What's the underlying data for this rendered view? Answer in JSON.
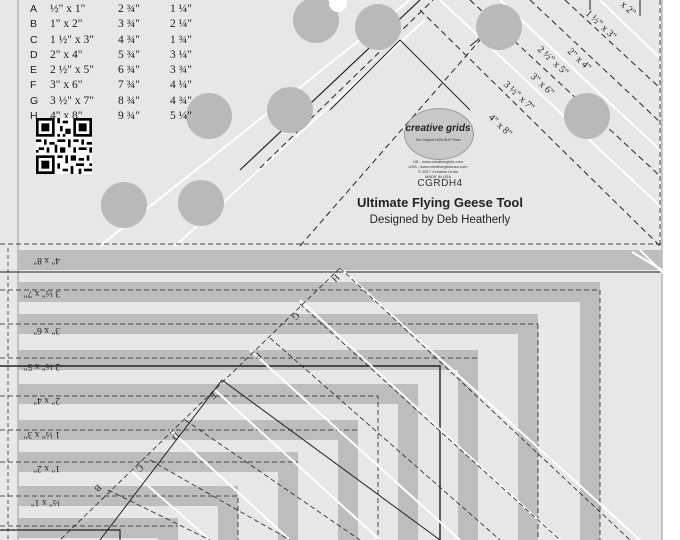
{
  "size_chart": {
    "rows": [
      {
        "letter": "A",
        "size": "½\" x 1\"",
        "cut1": "2 ¾\"",
        "cut2": "1 ¼\""
      },
      {
        "letter": "B",
        "size": "1\" x 2\"",
        "cut1": "3 ¾\"",
        "cut2": "2 ¼\""
      },
      {
        "letter": "C",
        "size": "1 ½\" x 3\"",
        "cut1": "4 ¾\"",
        "cut2": "1 ¾\""
      },
      {
        "letter": "D",
        "size": "2\" x 4\"",
        "cut1": "5 ¾\"",
        "cut2": "3 ¼\""
      },
      {
        "letter": "E",
        "size": "2 ½\" x 5\"",
        "cut1": "6 ¾\"",
        "cut2": "3 ¾\""
      },
      {
        "letter": "F",
        "size": "3\" x 6\"",
        "cut1": "7 ¾\"",
        "cut2": "4 ¼\""
      },
      {
        "letter": "G",
        "size": "3 ½\" x 7\"",
        "cut1": "8 ¾\"",
        "cut2": "4 ¾\""
      },
      {
        "letter": "H",
        "size": "4\" x 8\"",
        "cut1": "9 ¾\"",
        "cut2": "5 ¼\""
      }
    ]
  },
  "brand": {
    "logo_word": "creative grids",
    "tagline": "The Original NON-SLIP Ruler",
    "url_uk": "UK - www.creativegrids.com",
    "url_usa": "USA - www.creativegridsusa.com",
    "copyright": "© 2017 Creative Grids",
    "made_in": "MADE IN USA"
  },
  "product": {
    "code": "CGRDH4",
    "title": "Ultimate Flying Geese Tool",
    "designer": "Designed by Deb Heatherly"
  },
  "diagonal_labels": [
    "1 ½\" x 3\"",
    "2\" x 4\"",
    "2 ½\" x 5\"",
    "3\" x 6\"",
    "3 ½\" x 7\"",
    "4\" x 8\"",
    "x 2\""
  ],
  "side_labels": [
    "4\" x 8\"",
    "3 ½\" x 7\"",
    "3\" x 6\"",
    "2 ½\" x 5\"",
    "2\" x 4\"",
    "1 ½\" x 3\"",
    "1\" x 2\"",
    "½\" x 1\""
  ],
  "letter_marks": [
    "H",
    "G",
    "F",
    "E",
    "D",
    "C",
    "B"
  ],
  "colors": {
    "ruler_bg": "#e7e7e7",
    "band_gray": "#bdbdbd",
    "dot_gray": "#b9b9b9",
    "line_dark": "#222222",
    "line_white": "#ffffff"
  }
}
